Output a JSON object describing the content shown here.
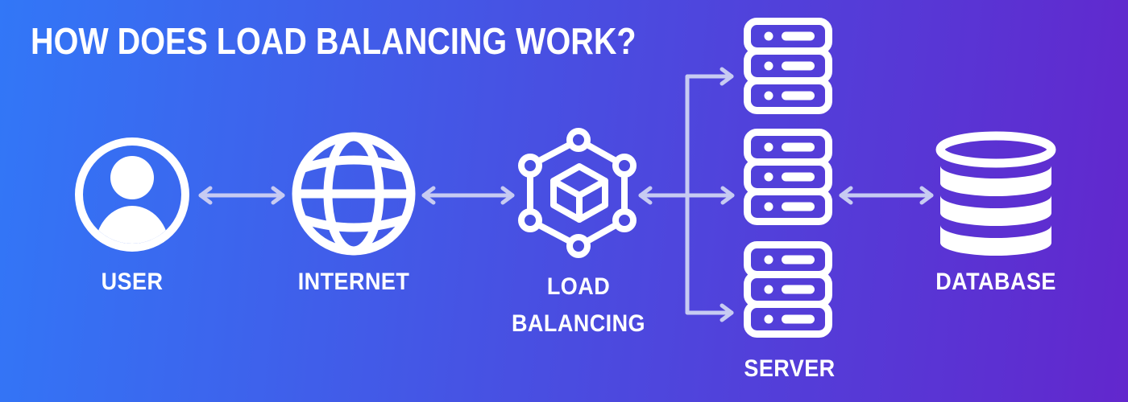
{
  "title": "HOW DOES LOAD BALANCING WORK?",
  "colors": {
    "background_gradient_start": "#3277f7",
    "background_gradient_mid": "#4a4ce0",
    "background_gradient_end": "#6227cd",
    "icon_color": "#ffffff",
    "text_color": "#ffffff",
    "arrow_color": "#c7cbf2"
  },
  "nodes": {
    "user": {
      "label": "USER",
      "icon": "user-icon"
    },
    "internet": {
      "label": "INTERNET",
      "icon": "globe-icon"
    },
    "load_balancer": {
      "label_line1": "LOAD",
      "label_line2": "BALANCING",
      "icon": "hexagon-cube-icon"
    },
    "server": {
      "label": "SERVER",
      "icon": "server-rack-icon",
      "server_count": 3
    },
    "database": {
      "label": "DATABASE",
      "icon": "database-cylinder-icon"
    }
  },
  "connections": [
    {
      "from": "user",
      "to": "internet",
      "style": "double-headed-arrow"
    },
    {
      "from": "internet",
      "to": "load_balancer",
      "style": "double-headed-arrow"
    },
    {
      "from": "load_balancer",
      "to": "server_1",
      "style": "branch-arrow-right"
    },
    {
      "from": "load_balancer",
      "to": "server_2",
      "style": "double-headed-arrow"
    },
    {
      "from": "load_balancer",
      "to": "server_3",
      "style": "branch-arrow-right"
    },
    {
      "from": "server_2",
      "to": "database",
      "style": "double-headed-arrow"
    }
  ]
}
